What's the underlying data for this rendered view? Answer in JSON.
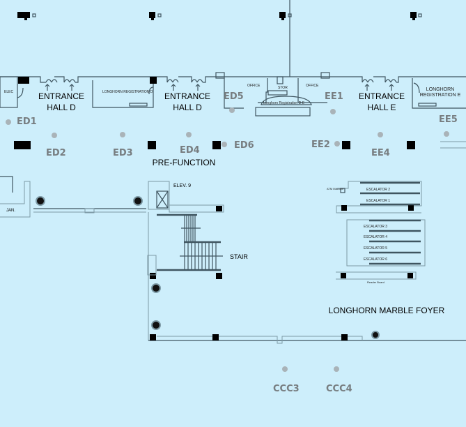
{
  "map": {
    "title_areas": {
      "entrance_hall_d_1": [
        "ENTRANCE",
        "HALL D"
      ],
      "entrance_hall_d_2": [
        "ENTRANCE",
        "HALL D"
      ],
      "entrance_hall_e": [
        "ENTRANCE",
        "HALL E"
      ],
      "pre_function": "PRE-FUNCTION",
      "stair": "STAIR",
      "foyer": "LONGHORN MARBLE FOYER",
      "elevator": "ELEV. 9",
      "janitor": "JAN."
    },
    "rooms": {
      "elec": "ELEC",
      "reg_d": "LONGHORN REGISTRATION D",
      "office_1": "OFFICE",
      "stor": "STOR",
      "office_2": "OFFICE",
      "reg_de": "Longhorn Registration D-E",
      "reg_e": "LONGHORN REGISTRATION E",
      "atm": "ATM Machine",
      "reader_board": "Reader Board"
    },
    "escalators": [
      "ESCALATOR 2",
      "ESCALATOR 1",
      "ESCALATOR 3",
      "ESCALATOR 4",
      "ESCALATOR 5",
      "ESCALATOR 6"
    ],
    "markers": [
      "ED1",
      "ED2",
      "ED3",
      "ED4",
      "ED5",
      "ED6",
      "EE1",
      "EE2",
      "EE4",
      "EE5",
      "CCC3",
      "CCC4"
    ],
    "colors": {
      "background": "#cdeefb",
      "wall": "#3f5560",
      "marker_dot": "#a9b3b8",
      "marker_label": "#777d80"
    }
  }
}
